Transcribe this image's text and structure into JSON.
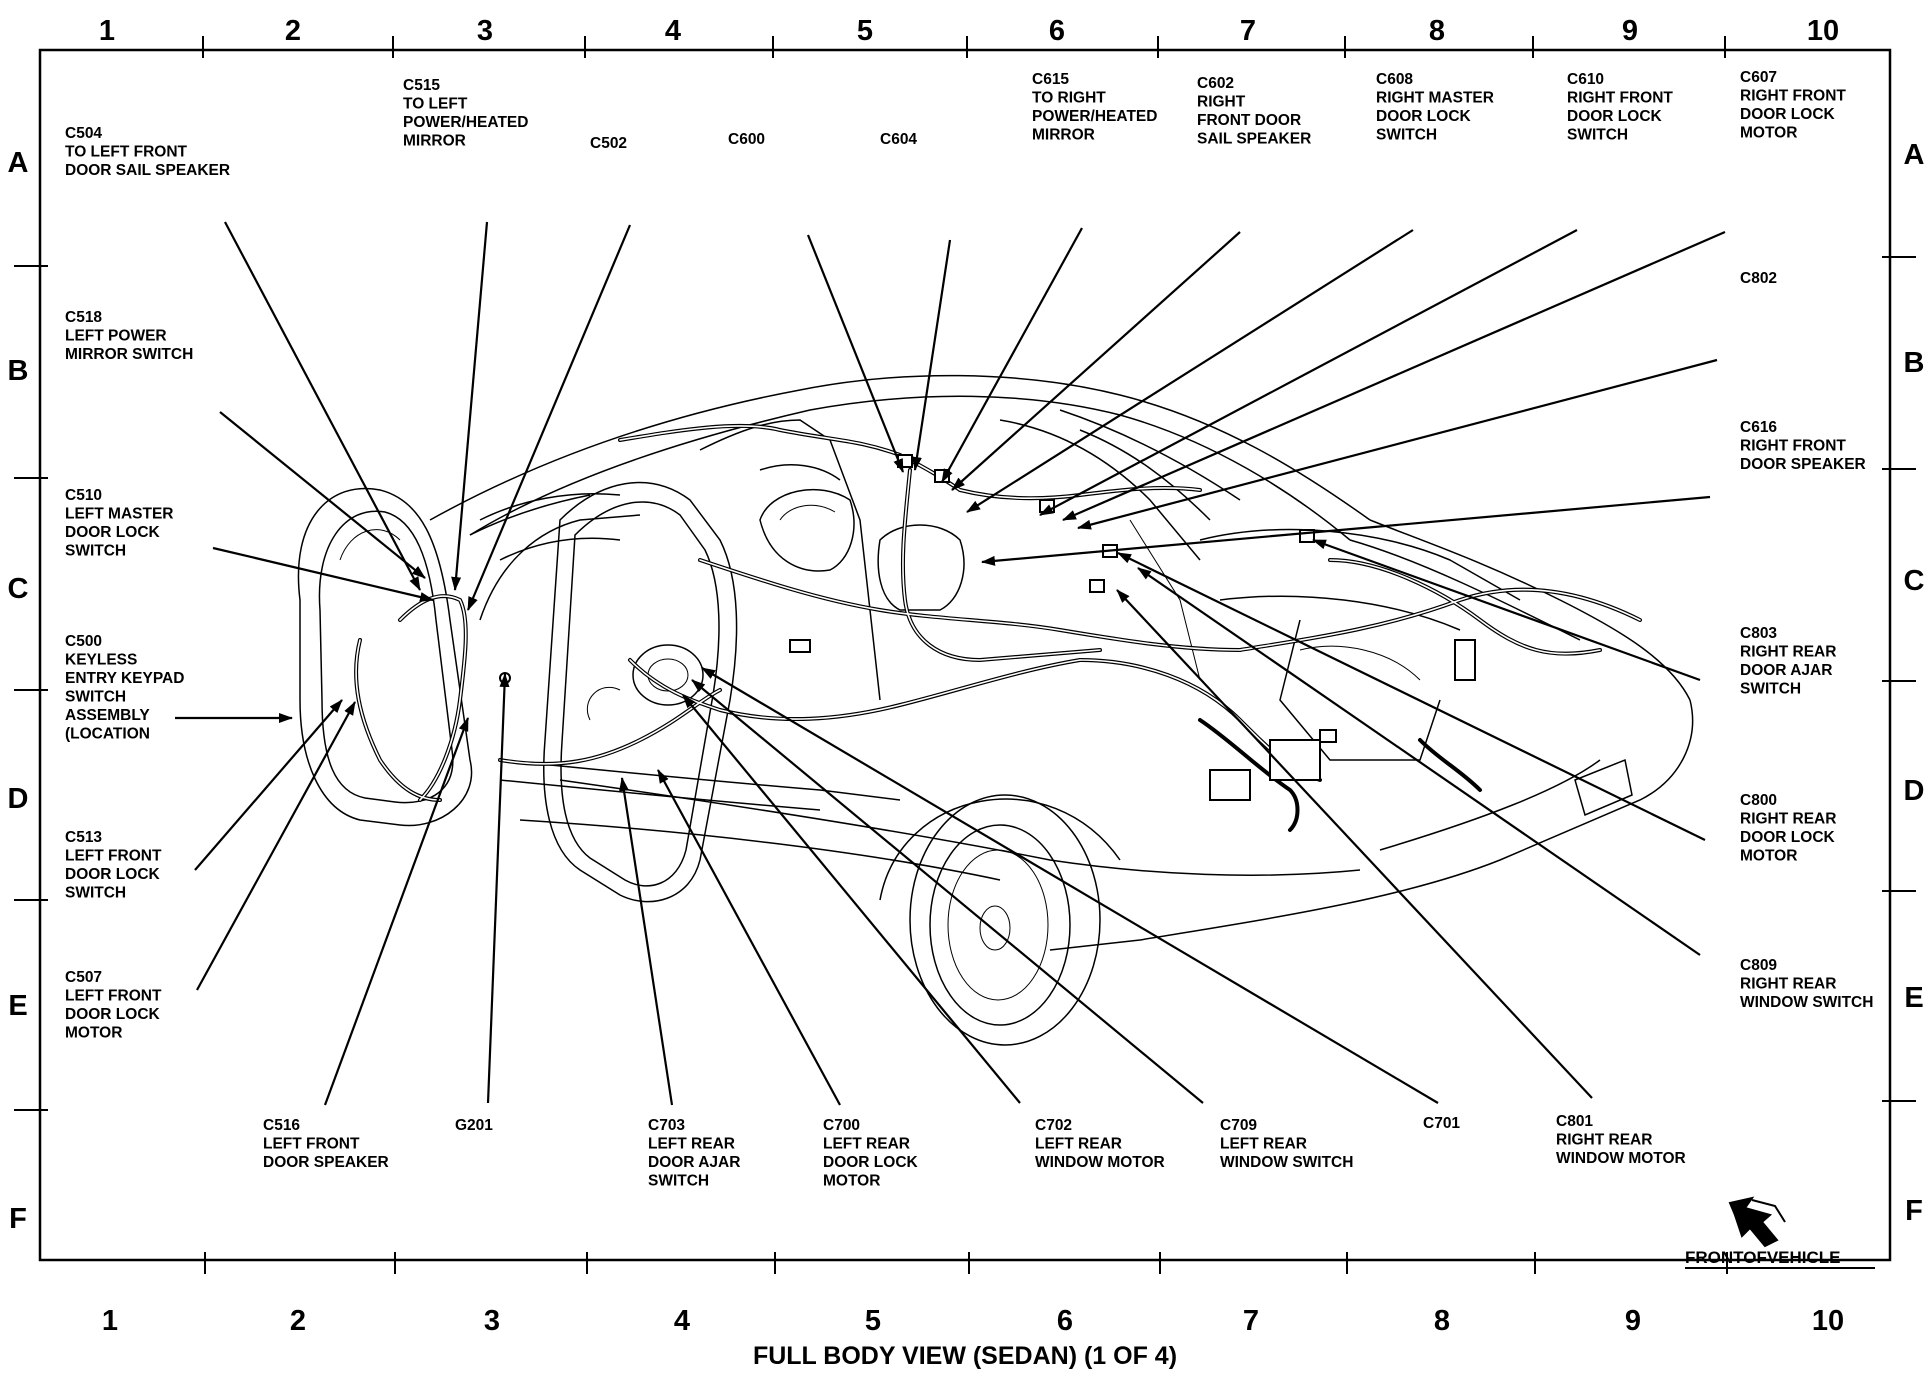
{
  "title": "FULL BODY VIEW (SEDAN) (1 OF 4)",
  "front_of_vehicle": "FRONTOFVEHICLE",
  "columns": [
    "1",
    "2",
    "3",
    "4",
    "5",
    "6",
    "7",
    "8",
    "9",
    "10"
  ],
  "rows": [
    "A",
    "B",
    "C",
    "D",
    "E",
    "F"
  ],
  "labels": {
    "c504": [
      "C504",
      "TO LEFT FRONT",
      "DOOR SAIL SPEAKER"
    ],
    "c515": [
      "C515",
      "TO LEFT",
      "POWER/HEATED",
      "MIRROR"
    ],
    "c502": [
      "C502"
    ],
    "c600": [
      "C600"
    ],
    "c604": [
      "C604"
    ],
    "c615": [
      "C615",
      "TO RIGHT",
      "POWER/HEATED",
      "MIRROR"
    ],
    "c602": [
      "C602",
      "RIGHT",
      "FRONT DOOR",
      "SAIL SPEAKER"
    ],
    "c608": [
      "C608",
      "RIGHT MASTER",
      "DOOR LOCK",
      "SWITCH"
    ],
    "c610": [
      "C610",
      "RIGHT FRONT",
      "DOOR LOCK",
      "SWITCH"
    ],
    "c607": [
      "C607",
      "RIGHT FRONT",
      "DOOR LOCK",
      "MOTOR"
    ],
    "c802": [
      "C802"
    ],
    "c518": [
      "C518",
      "LEFT POWER",
      "MIRROR SWITCH"
    ],
    "c616": [
      "C616",
      "RIGHT FRONT",
      "DOOR SPEAKER"
    ],
    "c510": [
      "C510",
      "LEFT MASTER",
      "DOOR LOCK",
      "SWITCH"
    ],
    "c500": [
      "C500",
      "KEYLESS",
      "ENTRY KEYPAD",
      "SWITCH",
      "ASSEMBLY",
      "(LOCATION"
    ],
    "c803": [
      "C803",
      "RIGHT REAR",
      "DOOR AJAR",
      "SWITCH"
    ],
    "c513": [
      "C513",
      "LEFT FRONT",
      "DOOR LOCK",
      "SWITCH"
    ],
    "c800": [
      "C800",
      "RIGHT REAR",
      "DOOR LOCK",
      "MOTOR"
    ],
    "c507": [
      "C507",
      "LEFT FRONT",
      "DOOR LOCK",
      "MOTOR"
    ],
    "c809": [
      "C809",
      "RIGHT REAR",
      "WINDOW SWITCH"
    ],
    "c516": [
      "C516",
      "LEFT FRONT",
      "DOOR SPEAKER"
    ],
    "g201": [
      "G201"
    ],
    "c703": [
      "C703",
      "LEFT REAR",
      "DOOR AJAR",
      "SWITCH"
    ],
    "c700": [
      "C700",
      "LEFT REAR",
      "DOOR LOCK",
      "MOTOR"
    ],
    "c702": [
      "C702",
      "LEFT REAR",
      "WINDOW MOTOR"
    ],
    "c709": [
      "C709",
      "LEFT REAR",
      "WINDOW SWITCH"
    ],
    "c701": [
      "C701"
    ],
    "c801": [
      "C801",
      "RIGHT REAR",
      "WINDOW  MOTOR"
    ]
  }
}
